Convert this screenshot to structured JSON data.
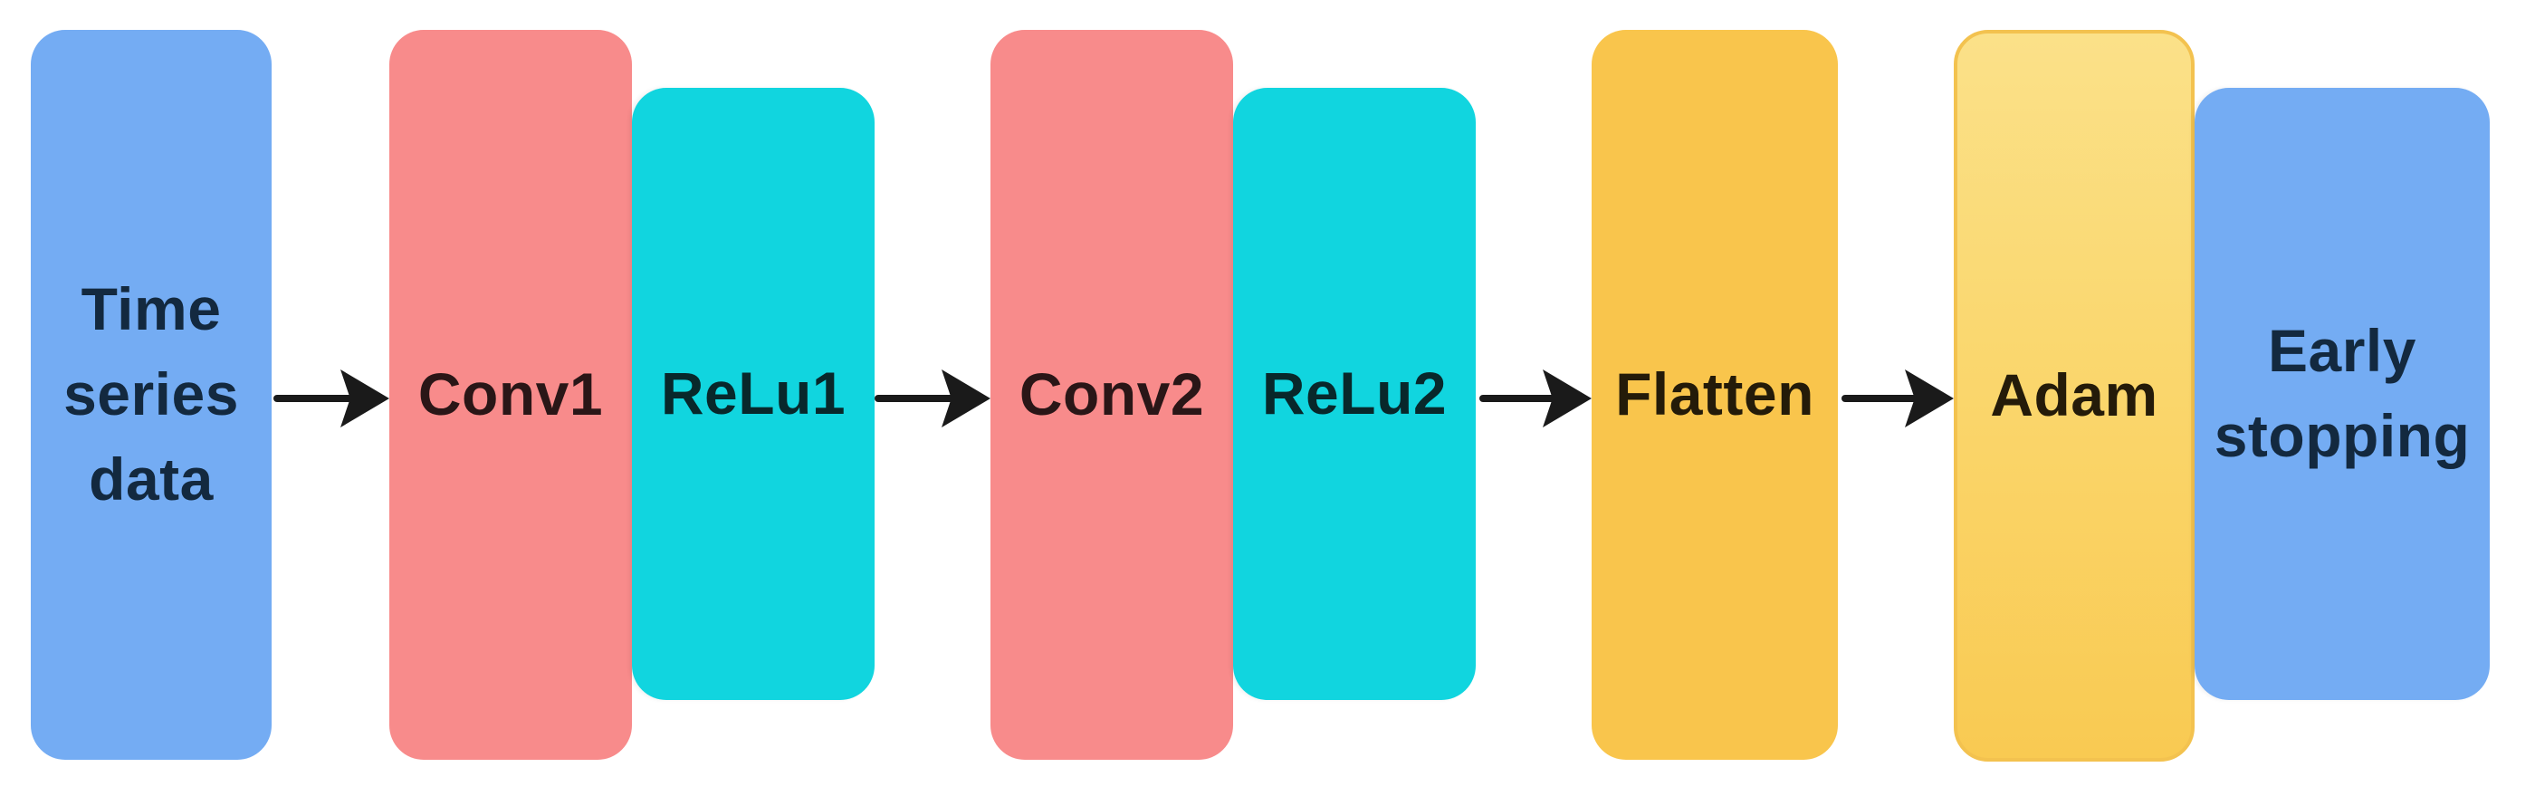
{
  "diagram": {
    "title": "CNN time-series model pipeline",
    "background_color": "#FFFFFF",
    "arrow_color": "#1A1A1A",
    "nodes": [
      {
        "id": "time-series-data",
        "label": "Time series data",
        "fill": "#74ACF3",
        "text_color": "#13293F"
      },
      {
        "id": "conv1",
        "label": "Conv1",
        "fill": "#F88B8B",
        "text_color": "#2A1617"
      },
      {
        "id": "relu1",
        "label": "ReLu1",
        "fill": "#11D5DF",
        "text_color": "#08282B"
      },
      {
        "id": "conv2",
        "label": "Conv2",
        "fill": "#F88B8B",
        "text_color": "#2A1617"
      },
      {
        "id": "relu2",
        "label": "ReLu2",
        "fill": "#11D5DF",
        "text_color": "#08282B"
      },
      {
        "id": "flatten",
        "label": "Flatten",
        "fill": "#F9C54C",
        "text_color": "#241B09"
      },
      {
        "id": "adam",
        "label": "Adam",
        "fill_top": "#FBE189",
        "fill_bottom": "#F9CA52",
        "border_color": "#F3C24F",
        "text_color": "#241B09"
      },
      {
        "id": "early-stopping",
        "label": "Early stopping",
        "fill": "#74ACF3",
        "text_color": "#13293F"
      }
    ],
    "edges": [
      {
        "from": "time-series-data",
        "to": "conv1"
      },
      {
        "from": "relu1",
        "to": "conv2"
      },
      {
        "from": "relu2",
        "to": "flatten"
      },
      {
        "from": "flatten",
        "to": "adam"
      }
    ]
  }
}
